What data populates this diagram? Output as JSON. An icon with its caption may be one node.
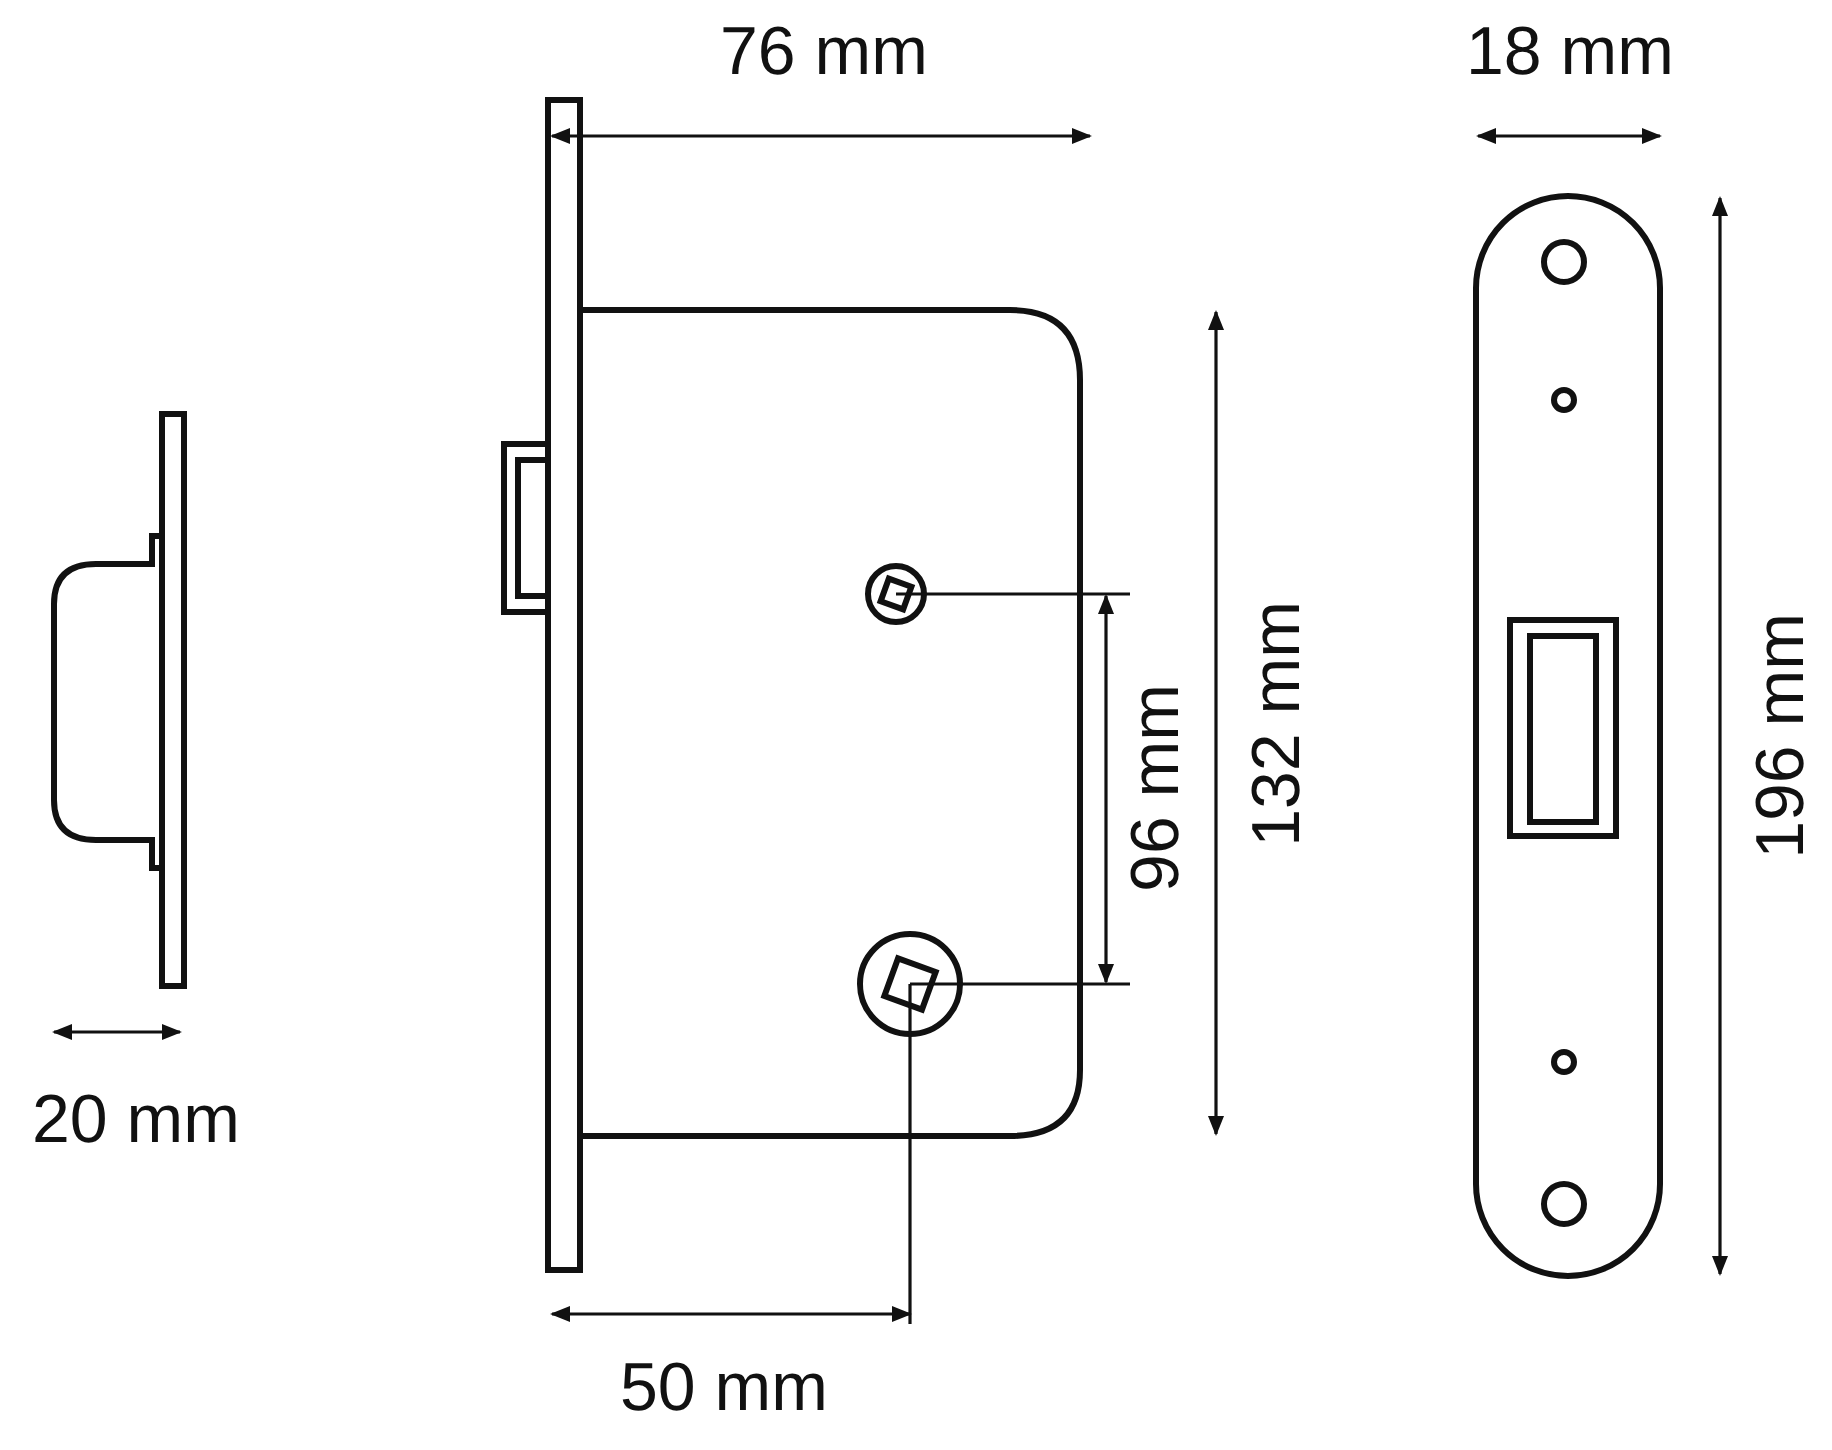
{
  "diagram": {
    "labels": [
      "76 mm",
      "18 mm",
      "132 mm",
      "96 mm",
      "196 mm",
      "20 mm",
      "50 mm"
    ]
  }
}
